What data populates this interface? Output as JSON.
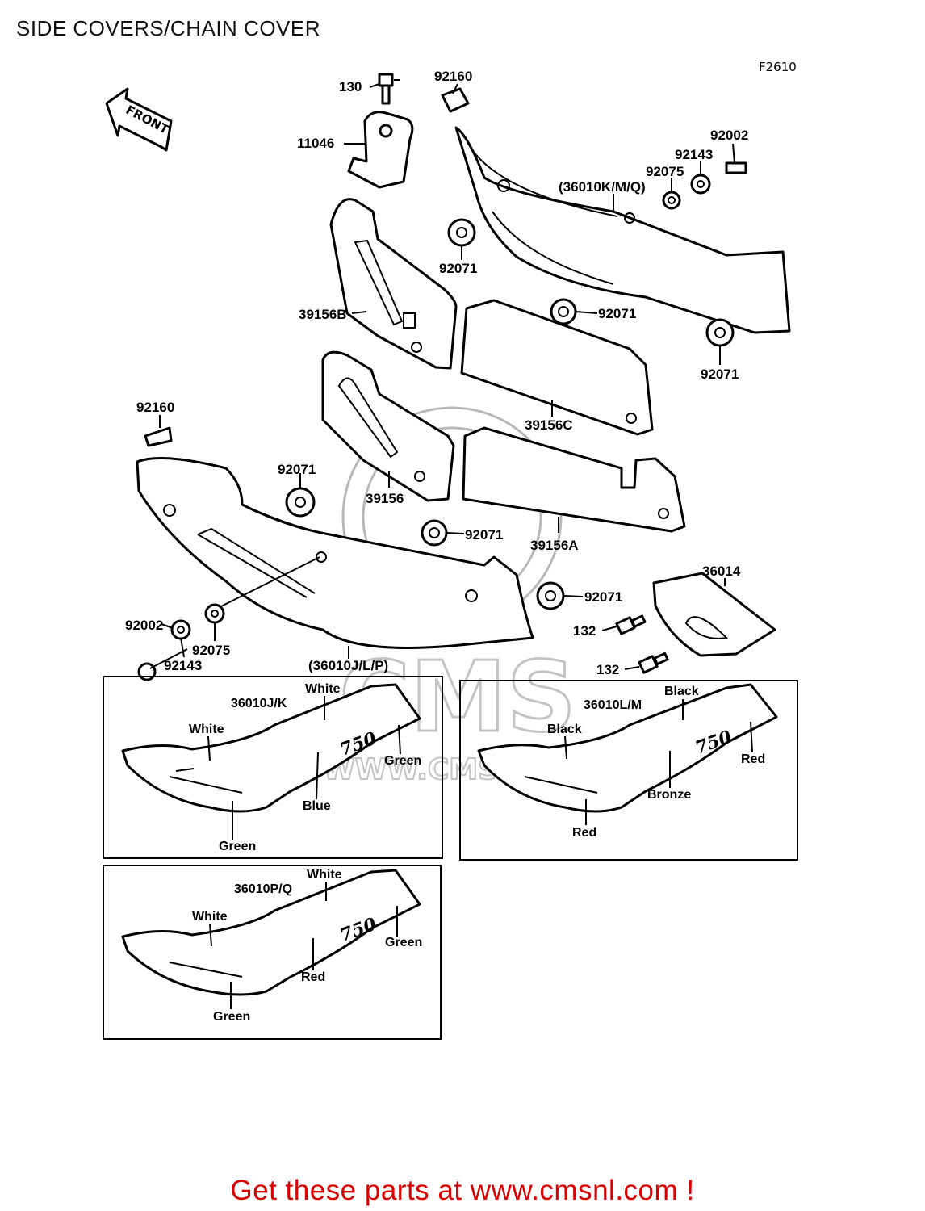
{
  "title": "SIDE COVERS/CHAIN COVER",
  "figure_code": "F2610",
  "front_arrow_label": "FRONT",
  "parts": {
    "p130": "130",
    "p92160_top": "92160",
    "p11046": "11046",
    "p92002_top": "92002",
    "p92143_top": "92143",
    "p92075_top": "92075",
    "p36010kmq": "(36010K/M/Q)",
    "p92071_a": "92071",
    "p39156b": "39156B",
    "p92071_b": "92071",
    "p92071_c": "92071",
    "p39156c": "39156C",
    "p92160_left": "92160",
    "p92071_d": "92071",
    "p39156": "39156",
    "p92071_e": "92071",
    "p39156a": "39156A",
    "p36014": "36014",
    "p92071_f": "92071",
    "p132_a": "132",
    "p132_b": "132",
    "p92002_bot": "92002",
    "p92075_bot": "92075",
    "p92143_bot": "92143",
    "p36010jlp": "(36010J/L/P)"
  },
  "color_variants": [
    {
      "part": "36010J/K",
      "labels": [
        "White",
        "White",
        "Green",
        "Blue",
        "Green"
      ]
    },
    {
      "part": "36010L/M",
      "labels": [
        "Black",
        "Black",
        "Red",
        "Bronze",
        "Red"
      ]
    },
    {
      "part": "36010P/Q",
      "labels": [
        "White",
        "White",
        "Green",
        "Red",
        "Green"
      ]
    }
  ],
  "badge_text": "750",
  "footer": "Get these parts at www.cmsnl.com !",
  "colors": {
    "footer": "#d80000",
    "watermark": "#b8b8b8"
  }
}
